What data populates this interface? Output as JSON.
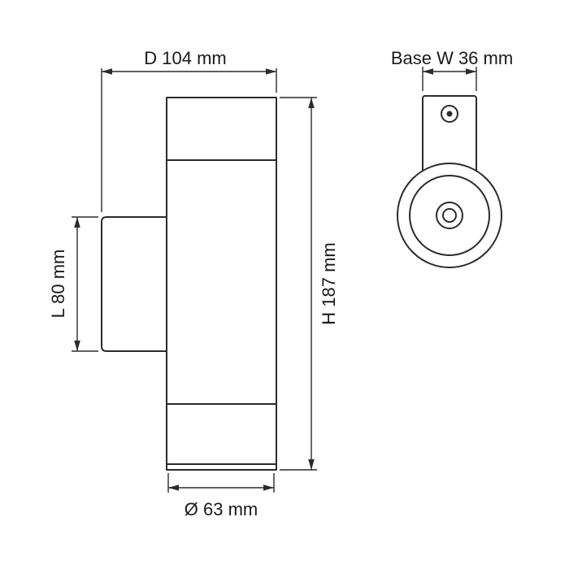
{
  "drawing": {
    "description": "technical-dimension-drawing",
    "dimensions": {
      "depth_label": "D 104 mm",
      "base_width_label": "Base W 36 mm",
      "length_label": "L 80 mm",
      "height_label": "H 187 mm",
      "diameter_label": "Ø 63 mm"
    },
    "colors": {
      "line": "#2b2b2b",
      "text": "#1a1a1a",
      "background": "#ffffff"
    }
  }
}
